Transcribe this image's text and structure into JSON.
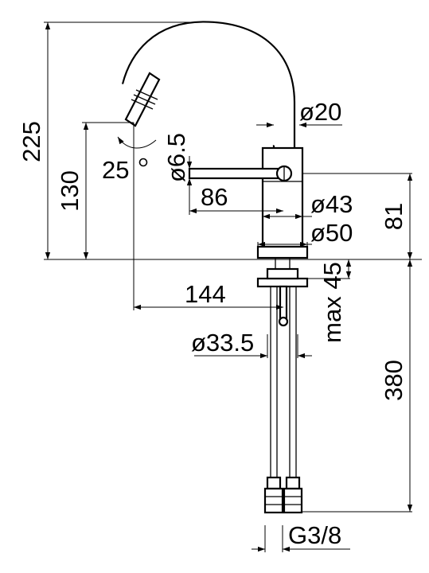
{
  "dimensions": {
    "total_height": "225",
    "spout_height": "130",
    "spout_tilt": "25",
    "lever_diameter": "ø6.5",
    "spout_diameter": "ø20",
    "lever_length": "86",
    "body_diameter": "ø43",
    "body_height": "81",
    "base_diameter": "ø50",
    "max_deck": "max 45",
    "spout_reach": "144",
    "shank_diameter": "ø33.5",
    "hose_length": "380",
    "connection": "G3/8"
  }
}
